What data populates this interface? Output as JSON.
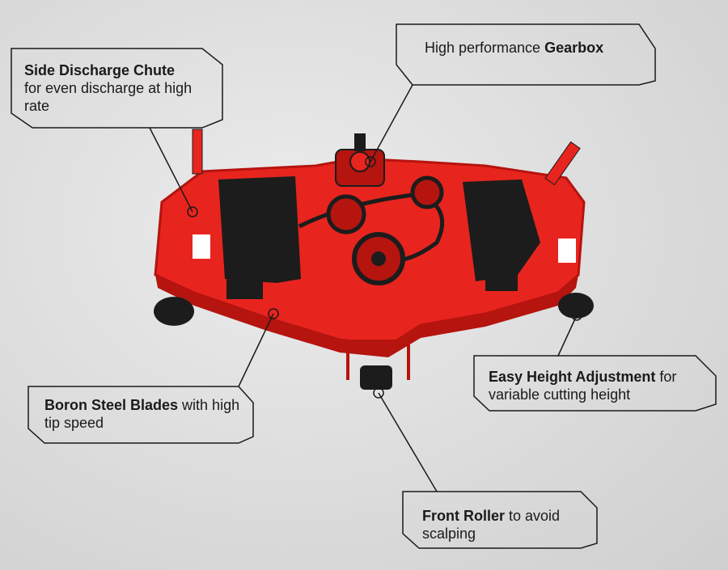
{
  "colors": {
    "deck_red": "#e8241e",
    "deck_red_dark": "#b5140f",
    "black_part": "#1c1c1c",
    "line": "#1a1a1a"
  },
  "callouts": {
    "side_discharge": {
      "bold": "Side Discharge Chute",
      "rest": "for even discharge at high rate"
    },
    "gearbox": {
      "lead": "High performance ",
      "bold": "Gearbox"
    },
    "boron_blades": {
      "bold": "Boron Steel Blades",
      "rest": " with high tip speed"
    },
    "height_adjust": {
      "bold": "Easy Height Adjustment",
      "rest": " for variable cutting height"
    },
    "front_roller": {
      "bold": "Front Roller",
      "rest": " to avoid scalping"
    }
  }
}
